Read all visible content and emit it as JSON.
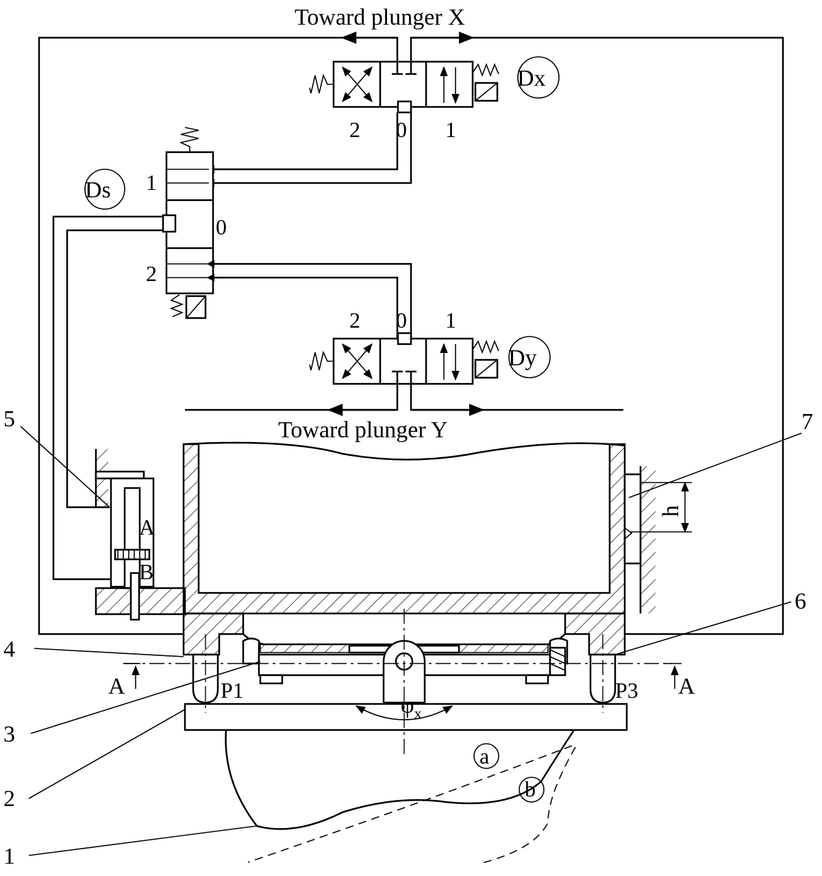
{
  "headers": {
    "top": "Toward plunger X",
    "bottom": "Toward plunger Y"
  },
  "valves": {
    "dx": "Dx",
    "ds": "Ds",
    "dy": "Dy"
  },
  "positions": {
    "dx_2": "2",
    "dx_0": "0",
    "dx_1": "1",
    "ds_1": "1",
    "ds_0": "0",
    "ds_2": "2",
    "dy_2": "2",
    "dy_0": "0",
    "dy_1": "1"
  },
  "parts": {
    "p1": "1",
    "p2": "2",
    "p3": "3",
    "p4": "4",
    "p5": "5",
    "p6": "6",
    "p7": "7"
  },
  "markers": {
    "section_left": "A",
    "section_right": "A",
    "chamber_a": "A",
    "chamber_b": "B",
    "pad_left": "P1",
    "pad_right": "P3",
    "angle": "φ",
    "angle_sub": "x",
    "height": "h",
    "circle_a": "a",
    "circle_b": "b"
  }
}
